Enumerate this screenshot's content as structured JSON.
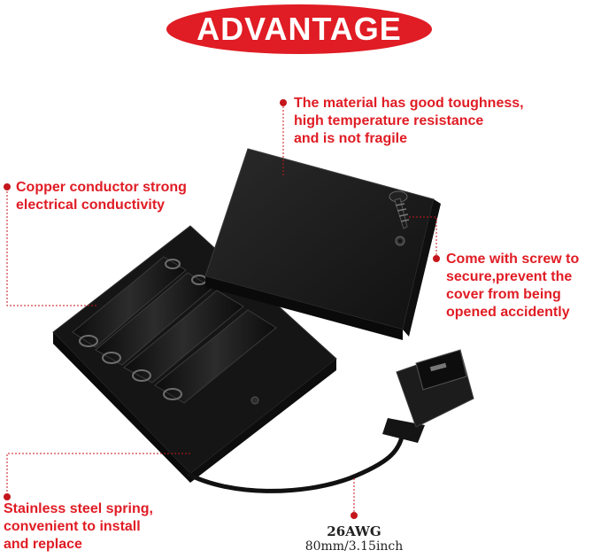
{
  "banner": {
    "title": "ADVANTAGE"
  },
  "callouts": {
    "material": {
      "line1": "The material has good toughness,",
      "line2": "high temperature resistance",
      "line3": "and is not fragile"
    },
    "conductor": {
      "line1": "Copper conductor strong",
      "line2": "electrical conductivity"
    },
    "screw": {
      "line1": "Come with screw to",
      "line2": "secure,prevent the",
      "line3": "cover from being",
      "line4": "opened accidently"
    },
    "spring": {
      "line1": "Stainless steel spring,",
      "line2": "convenient to install",
      "line3": "and replace"
    }
  },
  "wire": {
    "gauge": "26AWG",
    "length": "80mm/3.15inch"
  },
  "colors": {
    "accent": "#e01c24",
    "dot": "#c4161c",
    "plastic": "#1a1a1a"
  }
}
